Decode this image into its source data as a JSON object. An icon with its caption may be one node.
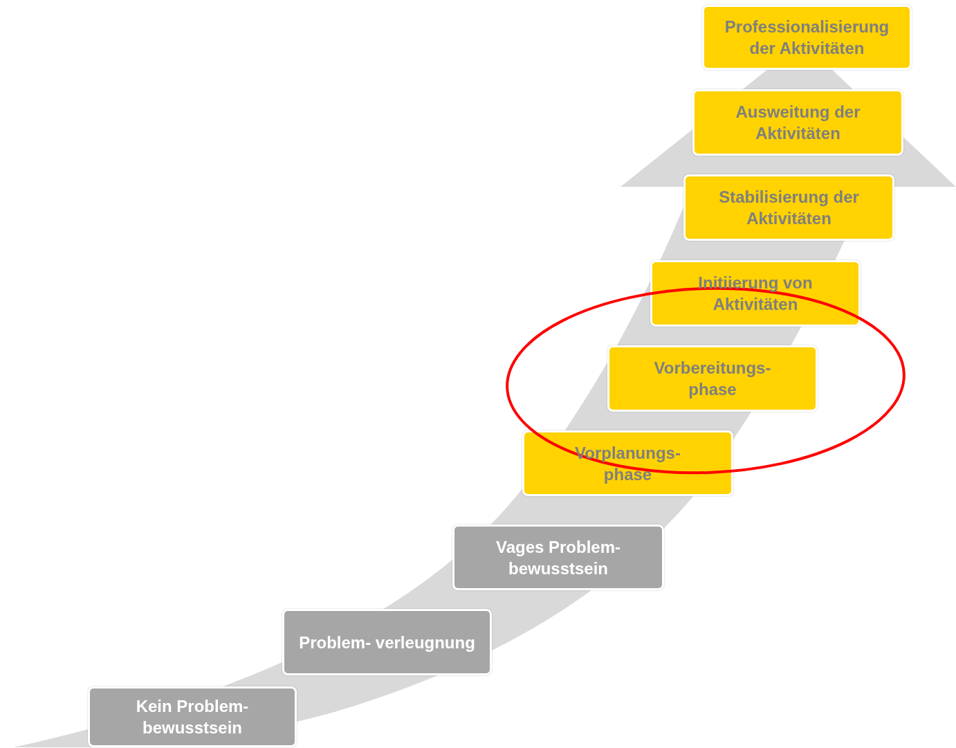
{
  "diagram": {
    "nodes": [
      {
        "text": [
          "Kein Problem- bewusstsein"
        ]
      },
      {
        "text": [
          "Problem- verleugnung"
        ]
      },
      {
        "text": [
          "Vages Problem- bewusstsein"
        ]
      },
      {
        "text": [
          "Vorplanungs- phase"
        ]
      },
      {
        "text": [
          "Vorbereitungs- phase"
        ]
      },
      {
        "text": [
          "Initiierung von Aktivitäten"
        ]
      },
      {
        "text": [
          "Stabilisierung der Aktivitäten"
        ]
      },
      {
        "text": [
          "Ausweitung der Aktivitäten"
        ]
      },
      {
        "text": [
          "Professionalisierung der Aktivitäten"
        ]
      }
    ]
  }
}
